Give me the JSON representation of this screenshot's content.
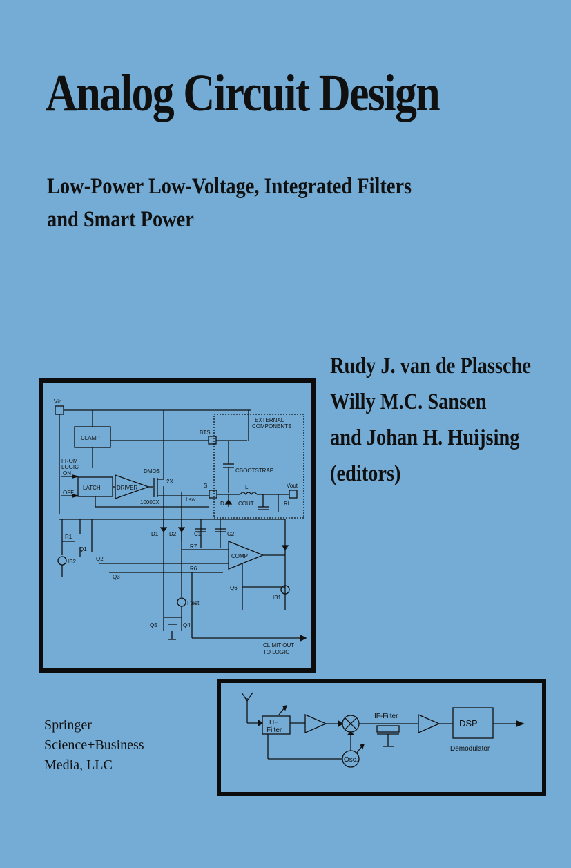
{
  "book": {
    "title": "Analog Circuit Design",
    "subtitle_lines": [
      "Low-Power Low-Voltage, Integrated Filters",
      "and Smart Power"
    ],
    "editors": [
      "Rudy J. van de Plassche",
      "Willy M.C. Sansen",
      "and Johan H. Huijsing",
      "(editors)"
    ],
    "publisher": [
      "Springer",
      "Science+Business",
      "Media, LLC"
    ]
  },
  "figure_smart_power": {
    "labels": {
      "vin": "Vin",
      "clamp": "CLAMP",
      "from_logic": "FROM",
      "from_logic2": "LOGIC",
      "on": "ON",
      "off": "OFF",
      "latch": "LATCH",
      "driver": "DRIVER",
      "dmos": "DMOS",
      "two_x": "2X",
      "ratio": "10000X",
      "isw": "I sw",
      "bts": "BTS",
      "external": "EXTERNAL",
      "components": "COMPONENTS",
      "cboot": "CBOOTSTRAP",
      "s": "S",
      "d": "D",
      "l": "L",
      "cout": "COUT",
      "rl": "RL",
      "vout": "Vout",
      "r1": "R1",
      "q1": "Q1",
      "q2": "Q2",
      "q3": "Q3",
      "ib2": "IB2",
      "d1": "D1",
      "d2": "D2",
      "c1": "C1",
      "c2": "C2",
      "r7": "R7",
      "r6": "R6",
      "comp": "COMP",
      "q6": "Q6",
      "ib1": "IB1",
      "itest": "I test",
      "q5": "Q5",
      "q4": "Q4",
      "climit1": "CLIMIT OUT",
      "climit2": "TO LOGIC"
    }
  },
  "figure_receiver": {
    "labels": {
      "hf1": "HF",
      "hf2": "Filter",
      "if_filter": "IF-Filter",
      "osc": "Osc.",
      "dsp": "DSP",
      "demod": "Demodulator"
    }
  }
}
